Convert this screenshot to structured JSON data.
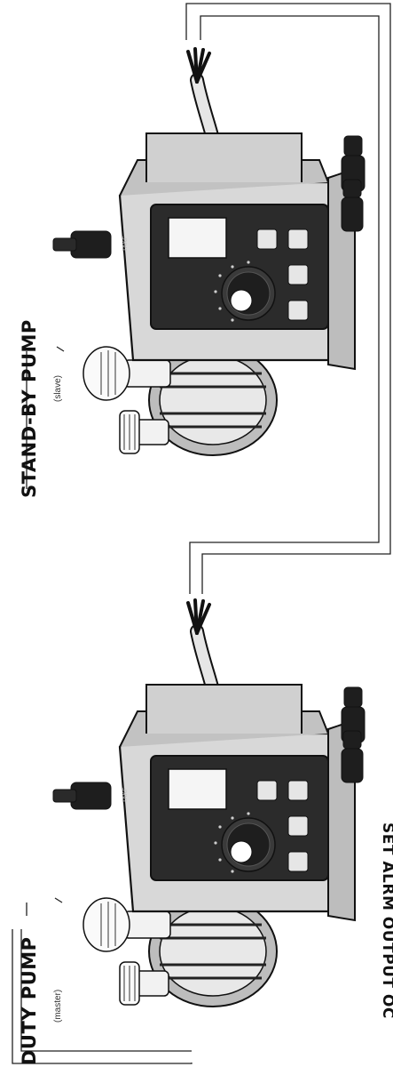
{
  "labels": {
    "duty_title": "DUTY PUMP",
    "duty_sub": "(master)",
    "standby_title": "STAND-BY PUMP",
    "standby_sub": "(slave)",
    "alarm_label": "SET ALRM OUTPUT OC",
    "panel_brand": "TAKF"
  },
  "icons": {
    "pump": "dosing-pump-icon",
    "cable": "signal-cable-icon"
  },
  "colors": {
    "ink": "#1a1a1a",
    "housing": "#d6d6d6",
    "panel": "#2a2a2a",
    "cable": "#dedede"
  }
}
